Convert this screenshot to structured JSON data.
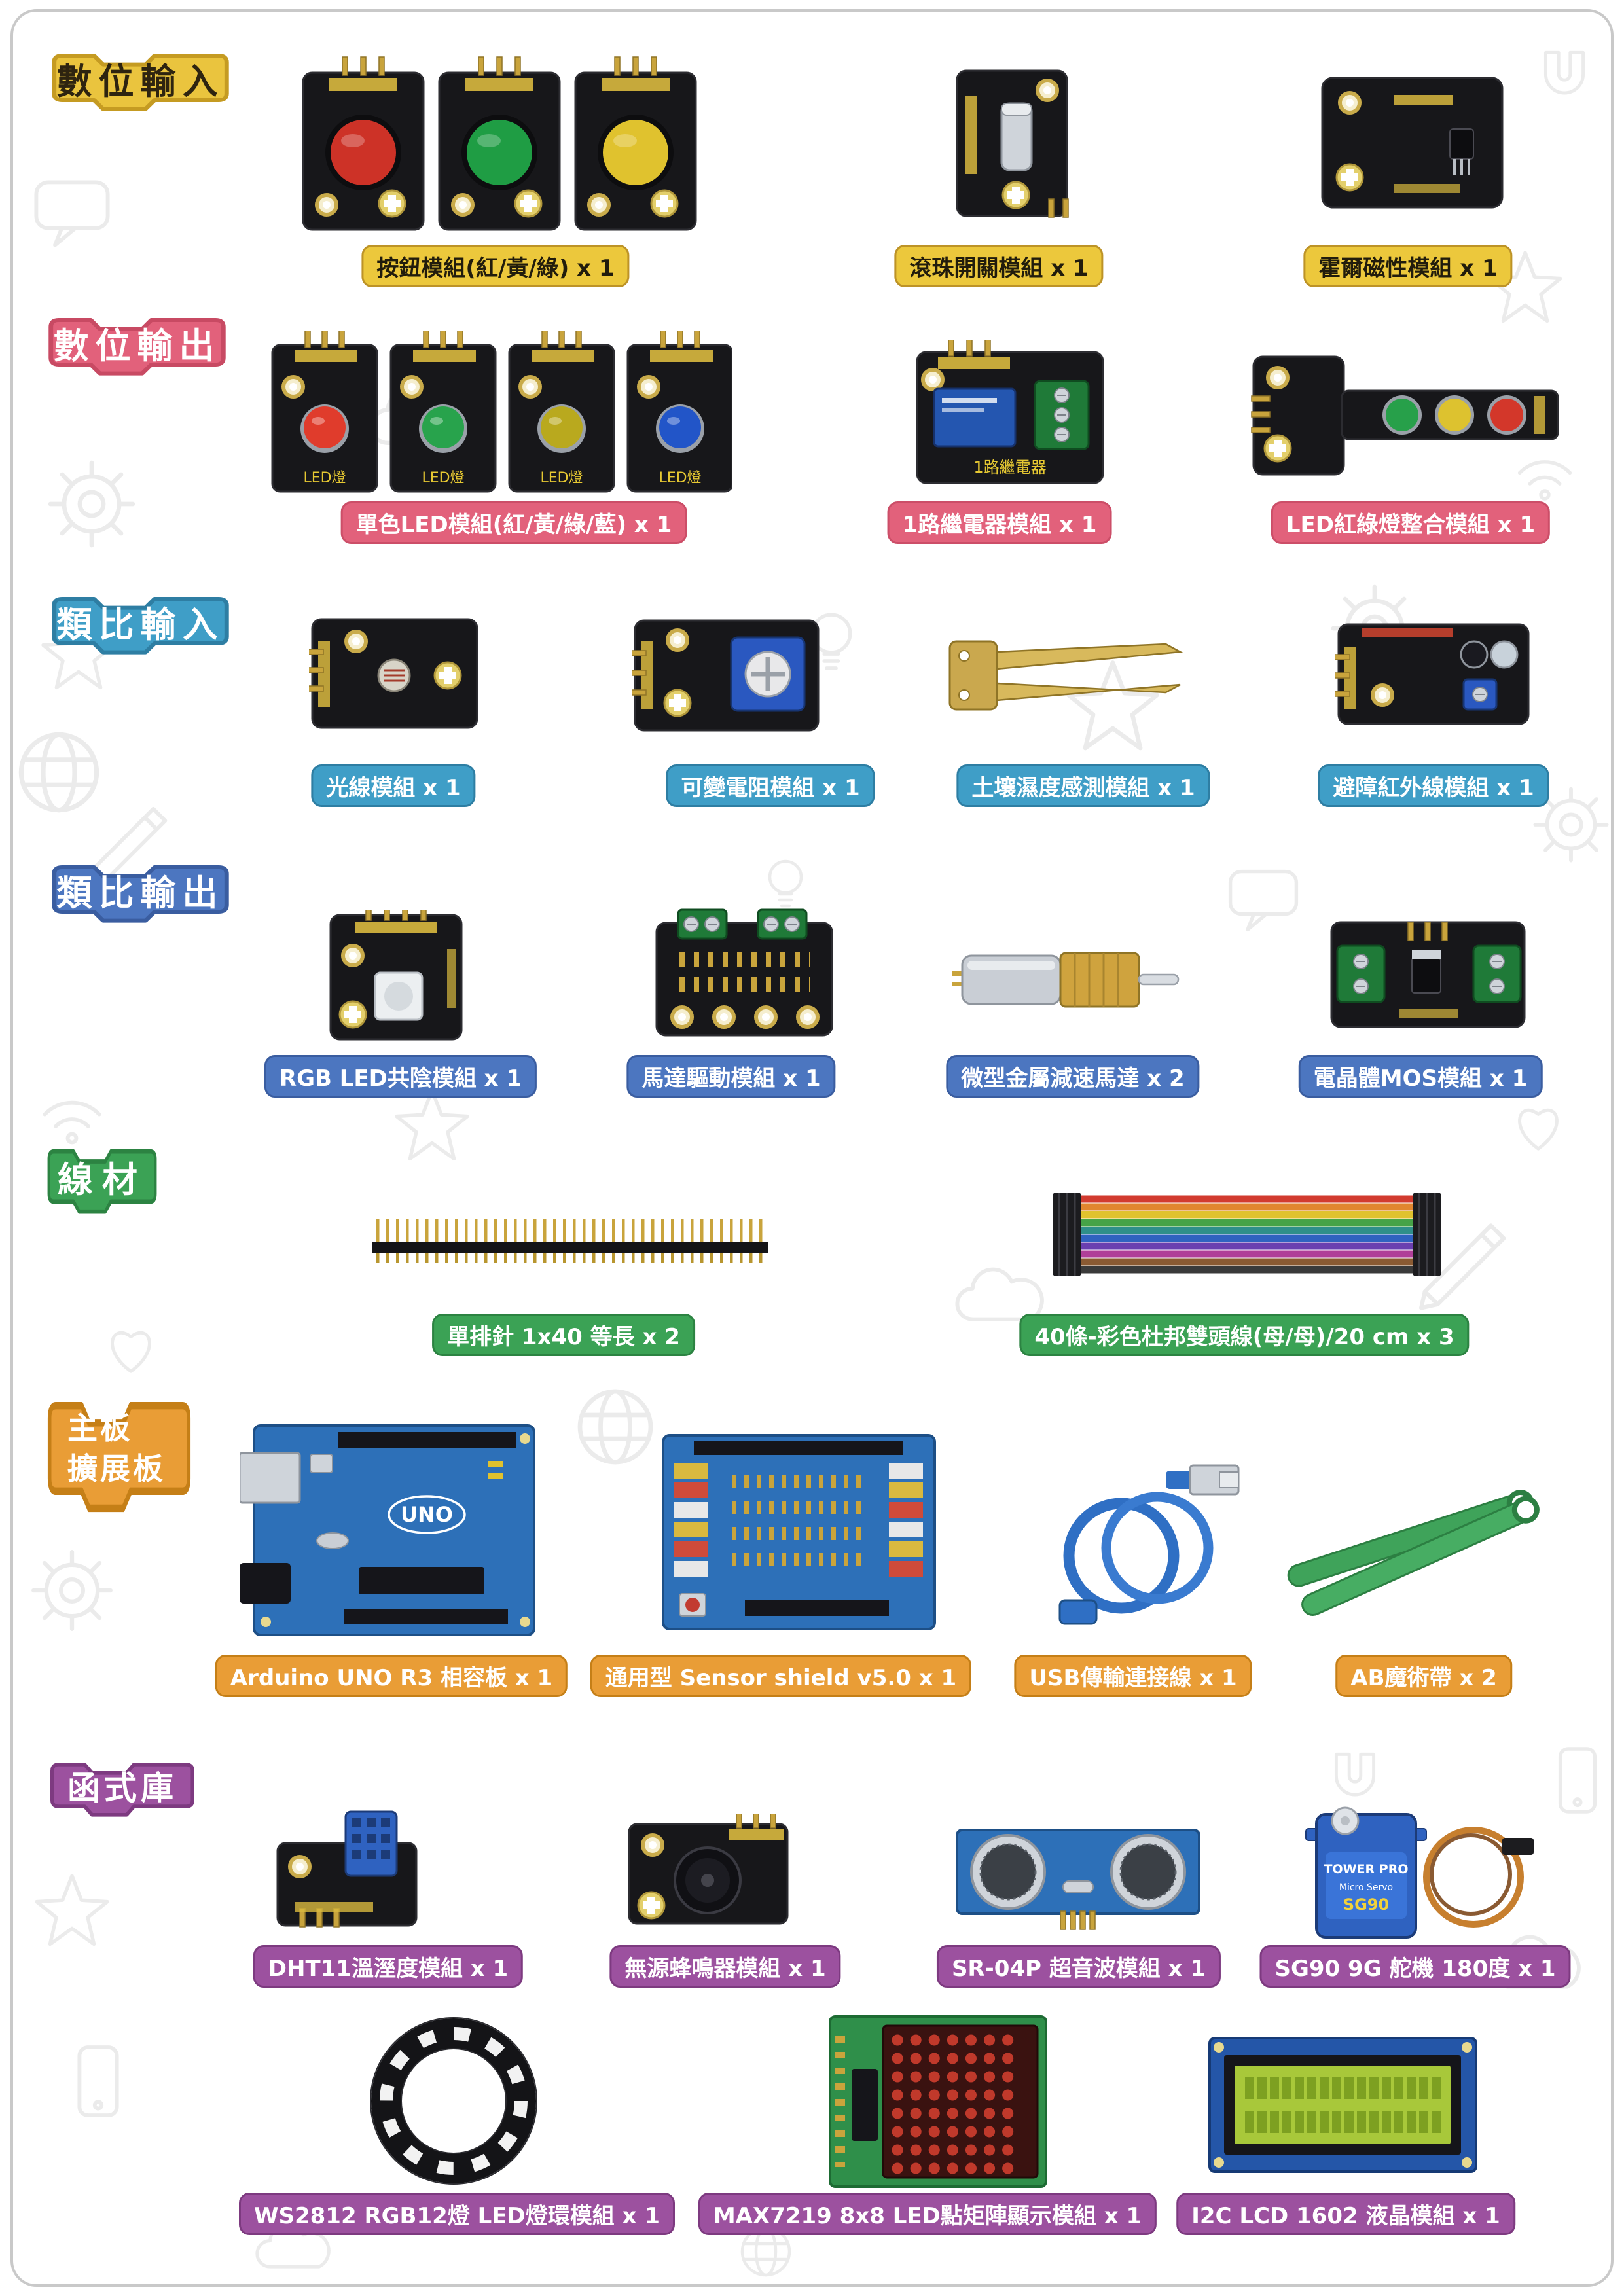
{
  "sections": [
    {
      "title": "數位輸入",
      "colors": {
        "tag_bg": "#eac43e",
        "tag_border": "#c59b22",
        "tag_text": "#2e2410",
        "label_bg": "#ecc83c",
        "label_border": "#bd9327",
        "label_text": "#211c0c"
      },
      "items": [
        {
          "label": "按鈕模組(紅/黃/綠) x 1"
        },
        {
          "label": "滾珠開關模組 x 1"
        },
        {
          "label": "霍爾磁性模組 x 1"
        }
      ]
    },
    {
      "title": "數位輸出",
      "colors": {
        "tag_bg": "#e2617b",
        "tag_border": "#c84a63",
        "tag_text": "#ffffff",
        "label_bg": "#e2617b",
        "label_border": "#cc4e68",
        "label_text": "#ffffff"
      },
      "items": [
        {
          "label": "單色LED模組(紅/黃/綠/藍) x 1",
          "board_text": "LED燈"
        },
        {
          "label": "1路繼電器模組 x 1",
          "board_text": "1路繼電器"
        },
        {
          "label": "LED紅綠燈整合模組 x 1"
        }
      ]
    },
    {
      "title": "類比輸入",
      "colors": {
        "tag_bg": "#3f9ec7",
        "tag_border": "#2e7ea3",
        "tag_text": "#ffffff",
        "label_bg": "#3f9ec7",
        "label_border": "#2e7ea3",
        "label_text": "#ffffff"
      },
      "items": [
        {
          "label": "光線模組 x 1"
        },
        {
          "label": "可變電阻模組 x 1"
        },
        {
          "label": "土壤濕度感測模組 x 1"
        },
        {
          "label": "避障紅外線模組 x 1"
        }
      ]
    },
    {
      "title": "類比輸出",
      "colors": {
        "tag_bg": "#4c76c0",
        "tag_border": "#3a5da0",
        "tag_text": "#ffffff",
        "label_bg": "#4c76c0",
        "label_border": "#3a5da0",
        "label_text": "#ffffff"
      },
      "items": [
        {
          "label": "RGB LED共陰模組 x 1"
        },
        {
          "label": "馬達驅動模組 x 1"
        },
        {
          "label": "微型金屬減速馬達 x 2"
        },
        {
          "label": "電晶體MOS模組 x 1"
        }
      ]
    },
    {
      "title": "線材",
      "colors": {
        "tag_bg": "#3ba255",
        "tag_border": "#2c8342",
        "tag_text": "#ffffff",
        "label_bg": "#3ba255",
        "label_border": "#2c8342",
        "label_text": "#ffffff"
      },
      "items": [
        {
          "label": "單排針 1x40 等長 x 2"
        },
        {
          "label": "40條-彩色杜邦雙頭線(母/母)/20 cm x 3"
        }
      ]
    },
    {
      "title": "主板",
      "title_line2": "擴展板",
      "colors": {
        "tag_bg": "#e99d36",
        "tag_border": "#c57f17",
        "tag_text": "#ffffff",
        "label_bg": "#e99d36",
        "label_border": "#c57f17",
        "label_text": "#ffffff"
      },
      "items": [
        {
          "label": "Arduino UNO R3 相容板 x 1",
          "board_text": "UNO"
        },
        {
          "label": "通用型 Sensor shield v5.0 x 1"
        },
        {
          "label": "USB傳輸連接線 x 1"
        },
        {
          "label": "AB魔術帶 x 2"
        }
      ]
    },
    {
      "title": "函式庫",
      "colors": {
        "tag_bg": "#9c519f",
        "tag_border": "#7d3a80",
        "tag_text": "#ffffff",
        "label_bg": "#9c519f",
        "label_border": "#7d3a80",
        "label_text": "#ffffff"
      },
      "items": [
        {
          "label": "DHT11溫溼度模組 x 1"
        },
        {
          "label": "無源蜂鳴器模組 x 1"
        },
        {
          "label": "SR-04P 超音波模組 x 1"
        },
        {
          "label": "SG90 9G 舵機 180度 x 1",
          "board_texts": [
            "TOWER PRO",
            "Micro Servo",
            "SG90"
          ]
        },
        {
          "label": "WS2812 RGB12燈 LED燈環模組 x 1"
        },
        {
          "label": "MAX7219 8x8 LED點矩陣顯示模組 x 1"
        },
        {
          "label": "I2C LCD 1602 液晶模組 x 1"
        }
      ]
    }
  ]
}
